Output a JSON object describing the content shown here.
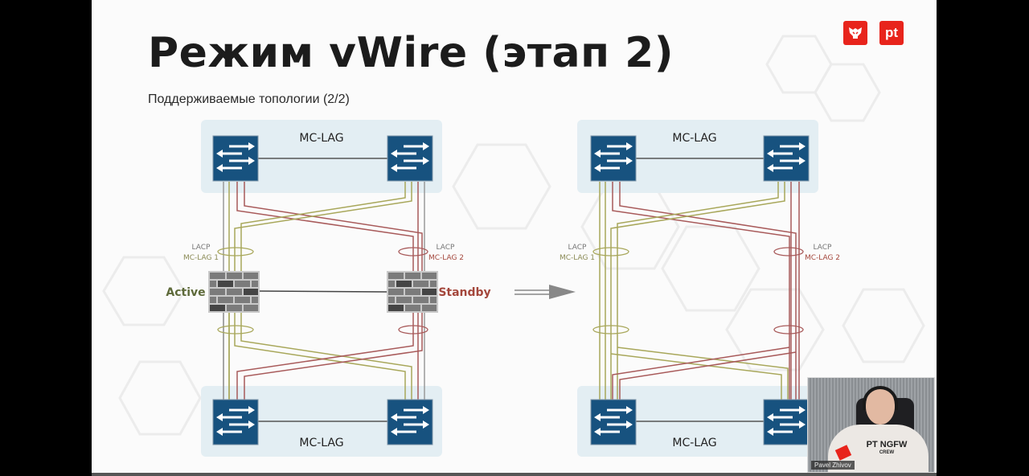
{
  "slide": {
    "title": "Режим vWire (этап 2)",
    "subtitle": "Поддерживаемые топологии (2/2)",
    "logos": [
      {
        "name": "lion-logo",
        "glyph": "⛨"
      },
      {
        "name": "pt-logo",
        "glyph": "pt"
      }
    ],
    "colors": {
      "accent_red": "#e8241c",
      "switch_blue": "#17527f",
      "mclag_box": "#e3eef3",
      "active_line": "#a8a75a",
      "standby_line": "#a85a5a",
      "neutral_line": "#9a9a9a",
      "active_label": "#5e6a3a",
      "standby_label": "#a4473c"
    }
  },
  "left_diagram": {
    "top_group_label": "MC-LAG",
    "bottom_group_label": "MC-LAG",
    "lacp_left": {
      "line1": "LACP",
      "line2": "MC-LAG 1"
    },
    "lacp_right": {
      "line1": "LACP",
      "line2": "MC-LAG 2"
    },
    "active_label": "Active",
    "standby_label": "Standby"
  },
  "right_diagram": {
    "top_group_label": "MC-LAG",
    "bottom_group_label": "MC-LAG",
    "lacp_left": {
      "line1": "LACP",
      "line2": "MC-LAG 1"
    },
    "lacp_right": {
      "line1": "LACP",
      "line2": "MC-LAG 2"
    }
  },
  "webcam": {
    "presenter_name": "Pavel Zhivov",
    "shirt_line1": "PT NGFW",
    "shirt_line2": "CREW"
  }
}
